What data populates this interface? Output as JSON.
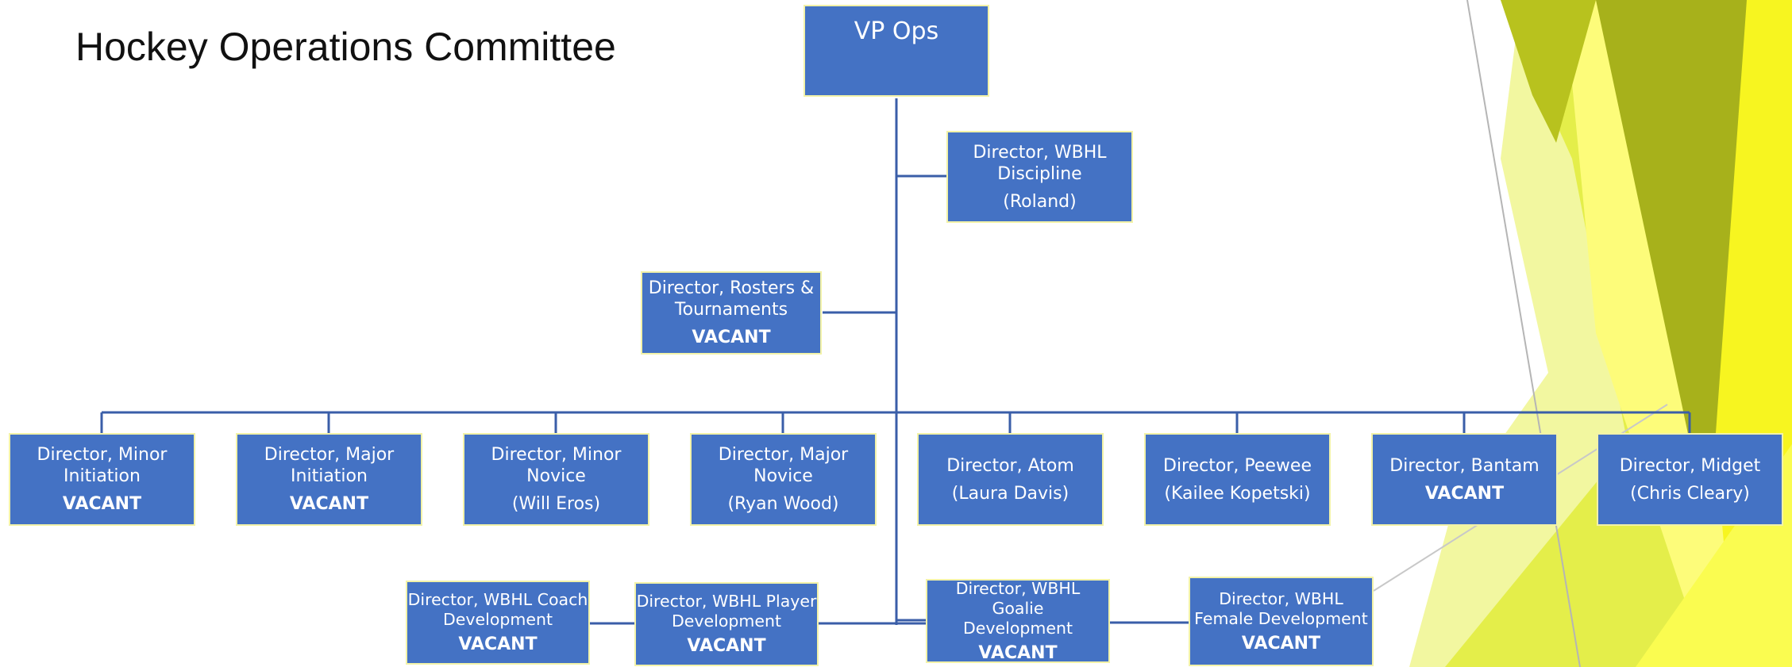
{
  "title": "Hockey Operations Committee",
  "colors": {
    "box": "#4472c4",
    "box_border": "#f2f2a8",
    "connector": "#3a5ea8",
    "accent_yellow": "#d6e81e",
    "accent_olive": "#a8b01a"
  },
  "nodes": {
    "vp": {
      "title": "VP Ops",
      "status": ""
    },
    "discipline": {
      "title": "Director, WBHL\nDiscipline",
      "status": "(Roland)"
    },
    "rosters": {
      "title": "Director,  Rosters &\nTournaments",
      "status": "VACANT"
    },
    "minor_initiation": {
      "title": "Director, Minor\nInitiation",
      "status": "VACANT"
    },
    "major_initiation": {
      "title": "Director, Major\nInitiation",
      "status": "VACANT"
    },
    "minor_novice": {
      "title": "Director, Minor\nNovice",
      "status": "(Will Eros)"
    },
    "major_novice": {
      "title": "Director, Major\nNovice",
      "status": "(Ryan Wood)"
    },
    "atom": {
      "title": "Director, Atom",
      "status": "(Laura Davis)"
    },
    "peewee": {
      "title": "Director, Peewee",
      "status": "(Kailee Kopetski)"
    },
    "bantam": {
      "title": "Director, Bantam",
      "status": "VACANT"
    },
    "midget": {
      "title": "Director, Midget",
      "status": "(Chris Cleary)"
    },
    "coach_dev": {
      "title": "Director, WBHL Coach\nDevelopment",
      "status": "VACANT"
    },
    "player_dev": {
      "title": "Director, WBHL Player\nDevelopment",
      "status": "VACANT"
    },
    "goalie_dev": {
      "title": "Director, WBHL Goalie\nDevelopment",
      "status": "VACANT"
    },
    "female_dev": {
      "title": "Director,  WBHL\nFemale  Development",
      "status": "VACANT"
    }
  }
}
